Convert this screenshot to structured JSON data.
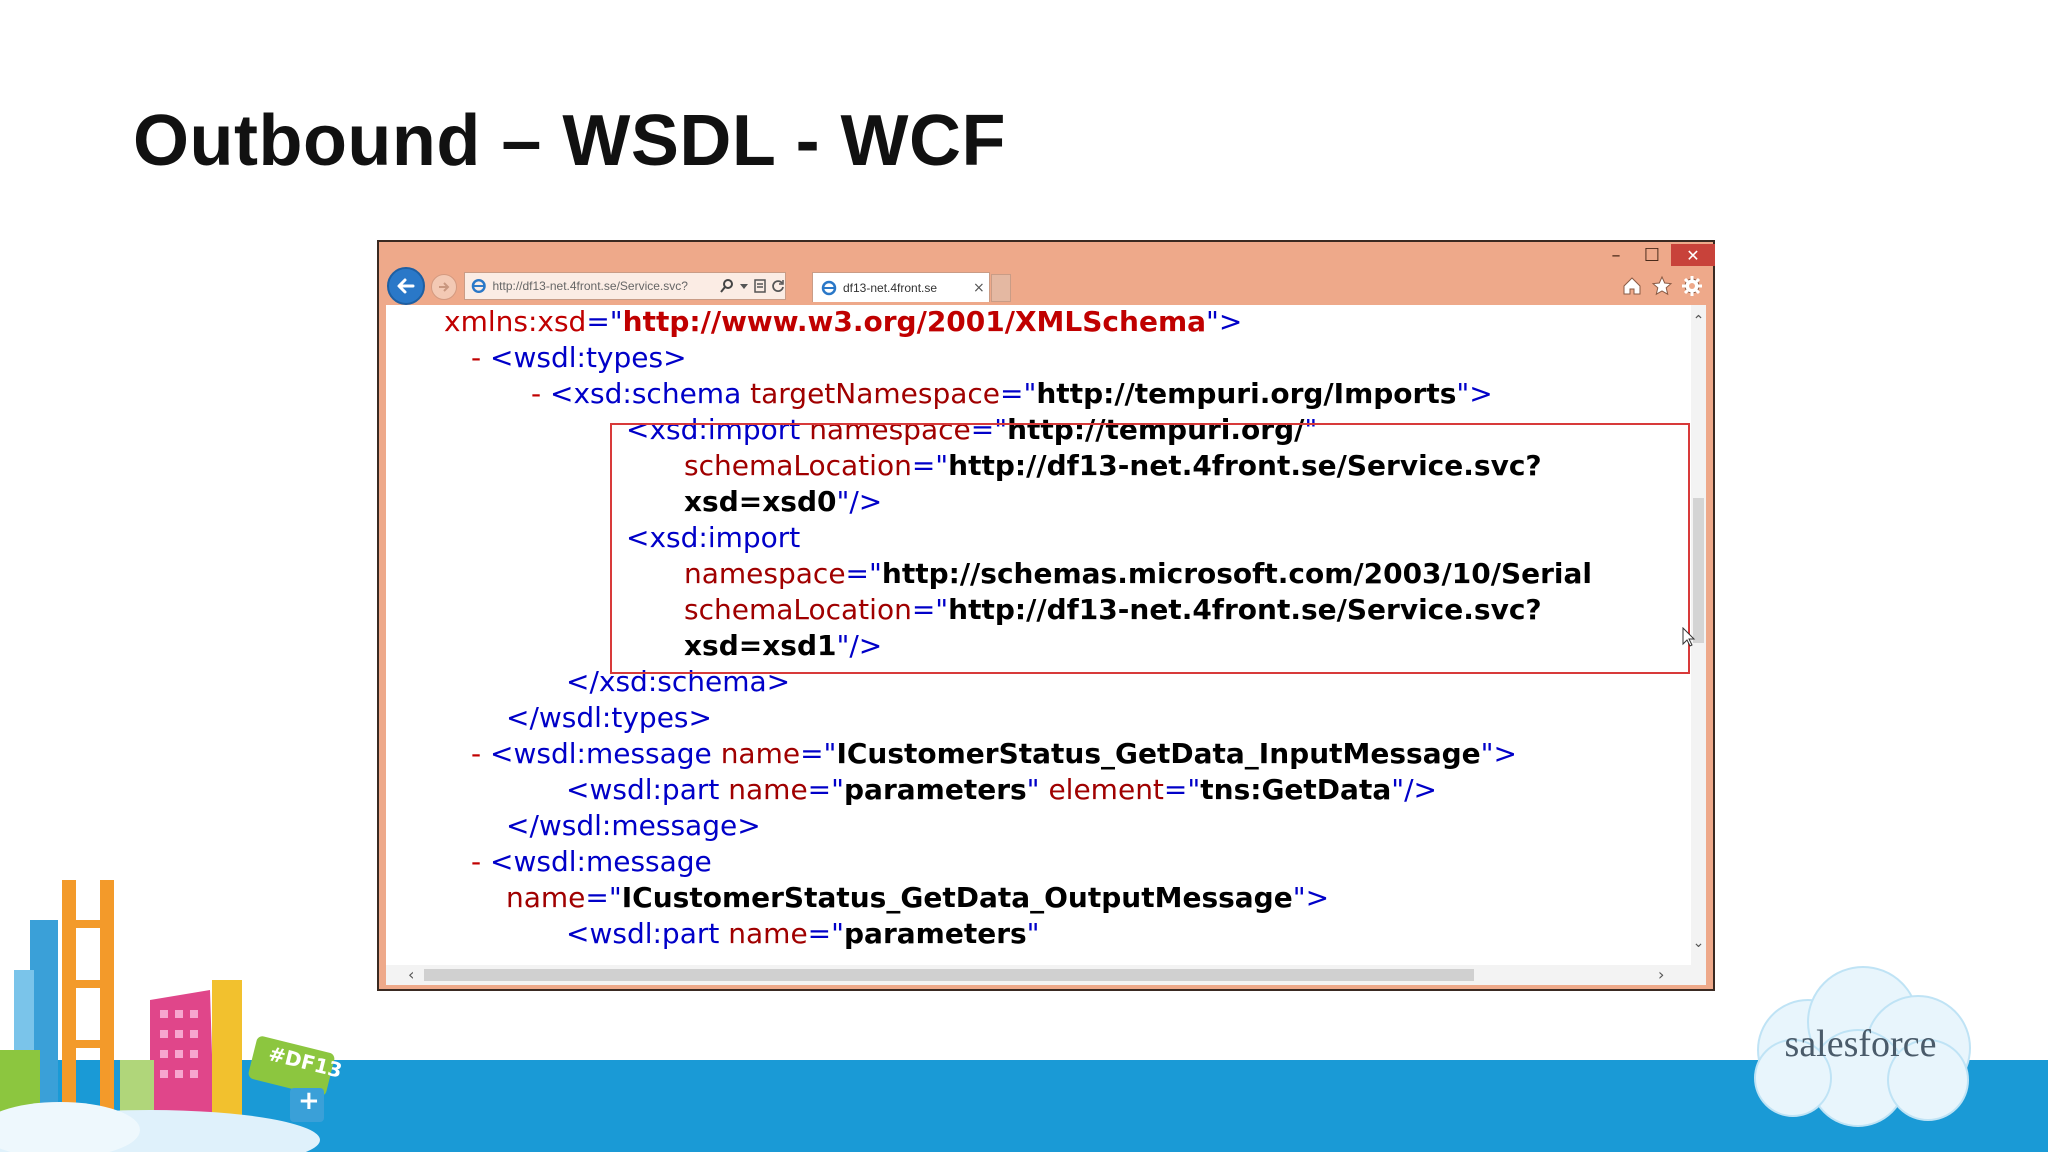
{
  "slide": {
    "title": "Outbound – WSDL - WCF"
  },
  "browser": {
    "address_url": "http://df13-net.4front.se/Service.svc?",
    "tab_title": "df13-net.4front.se",
    "tab_close": "×",
    "window_controls": {
      "minimize": "–",
      "maximize": "☐",
      "close": "✕"
    },
    "icons": [
      "back-icon",
      "forward-icon",
      "ie-icon",
      "search-icon",
      "dropdown-icon",
      "compat-icon",
      "refresh-icon",
      "home-icon",
      "favorites-star-icon",
      "settings-gear-icon"
    ]
  },
  "xml": {
    "l0_attr": "xmlns:xsd",
    "l0_eq": "=\"",
    "l0_val": "http://www.w3.org/2001/XMLSchema",
    "l0_end": "\">",
    "minus": "-",
    "l1_tag": "<wsdl:types>",
    "l2_open": "<xsd:schema ",
    "l2_attr": "targetNamespace",
    "l2_val": "http://tempuri.org/Imports",
    "l3_open": "<xsd:import ",
    "l3_attr": "namespace",
    "l3_val": "http://tempuri.org/",
    "l4_attr": "schemaLocation",
    "l4_val": "http://df13-net.4front.se/Service.svc?",
    "l5_val": "xsd=xsd0",
    "l5_end": "\"/>",
    "l6_tag": "<xsd:import",
    "l7_attr": "namespace",
    "l7_val": "http://schemas.microsoft.com/2003/10/Serial",
    "l8_attr": "schemaLocation",
    "l8_val": "http://df13-net.4front.se/Service.svc?",
    "l9_val": "xsd=xsd1",
    "l9_end": "\"/>",
    "l10_tag": "</xsd:schema>",
    "l11_tag": "</wsdl:types>",
    "l12_open": "<wsdl:message ",
    "l12_attr": "name",
    "l12_val": "ICustomerStatus_GetData_InputMessage",
    "l13_open": "<wsdl:part ",
    "l13_attr1": "name",
    "l13_val1": "parameters",
    "l13_attr2": "element",
    "l13_val2": "tns:GetData",
    "l13_end": "\"/>",
    "l14_tag": "</wsdl:message>",
    "l15_tag": "<wsdl:message",
    "l16_attr": "name",
    "l16_val": "ICustomerStatus_GetData_OutputMessage",
    "l17_open": "<wsdl:part ",
    "l17_attr": "name",
    "l17_val": "parameters"
  },
  "branding": {
    "logo_text": "salesforce",
    "badge_text": "#DF13",
    "badge_plus": "+"
  },
  "colors": {
    "footer_band": "#1a9ad6",
    "browser_chrome": "#eea98a",
    "highlight_box": "#d83a3a",
    "xml_tag": "#0000c8",
    "xml_attr": "#a00000",
    "xml_marker": "#c00000"
  }
}
